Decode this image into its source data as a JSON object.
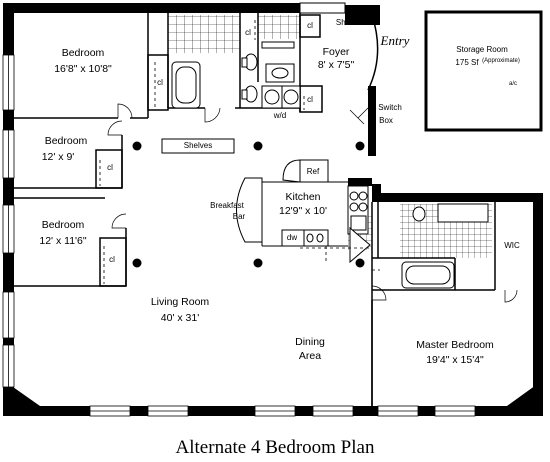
{
  "title": "Alternate 4 Bedroom Plan",
  "rooms": {
    "bedroom1": {
      "name": "Bedroom",
      "dims": "16'8\" x 10'8\""
    },
    "bedroom2": {
      "name": "Bedroom",
      "dims": "12' x 9'"
    },
    "bedroom3": {
      "name": "Bedroom",
      "dims": "12' x 11'6\""
    },
    "living": {
      "name": "Living Room",
      "dims": "40' x 31'"
    },
    "dining": {
      "name": "Dining",
      "name2": "Area"
    },
    "kitchen": {
      "name": "Kitchen",
      "dims": "12'9\" x 10'"
    },
    "foyer": {
      "name": "Foyer",
      "dims": "8' x 7'5\""
    },
    "master": {
      "name": "Master Bedroom",
      "dims": "19'4\" x 15'4\""
    },
    "storage": {
      "name": "Storage Room",
      "area": "175 Sf",
      "note": "(Approximate)"
    }
  },
  "labels": {
    "entry": "Entry",
    "switch_box_1": "Switch",
    "switch_box_2": "Box",
    "shelves": "Shelves",
    "shelf": "Shelf",
    "breakfast_1": "Breakfast",
    "breakfast_2": "Bar",
    "ref": "Ref",
    "dw": "dw",
    "wd": "w/d",
    "wic": "WIC",
    "closets": [
      "cl",
      "cl",
      "cl",
      "cl",
      "cl",
      "cl"
    ],
    "ac": "a/c"
  }
}
